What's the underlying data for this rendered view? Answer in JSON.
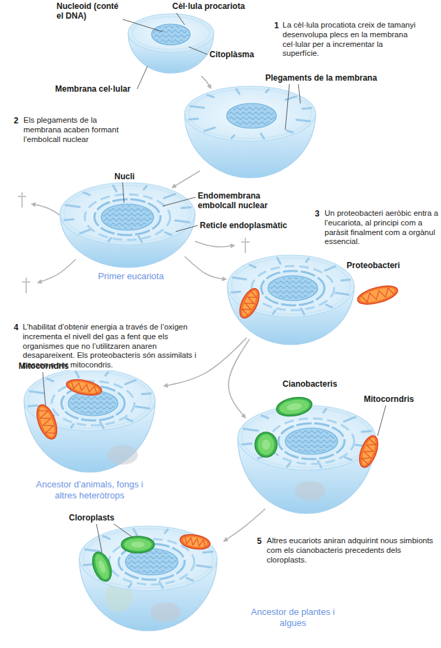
{
  "diagram": {
    "labels": [
      "Nucleoid (conté el DNA)",
      "Cèl·lula procariota",
      "1",
      "La cèl·lula procatiota creix de tamanyi desenvolupa plecs en la membrana cel·lular per a incrementar la superfície.",
      "Citoplàsma",
      "Membrana cel·lular",
      "Plegaments de la membrana",
      "2",
      "Els plegaments de la membrana acaben formant l’embolcall nuclear",
      "Nucli",
      "Endomembrana embolcall nuclear",
      "Reticle endoplasmàtic",
      "Primer eucariota",
      "3",
      "Un proteobacteri aeròbic entra a l’eucariota, al principi com a paràsit finalment com a orgànul essencial.",
      "Proteobacteri",
      "4",
      "L’habilitat d’obtenir energia a través de l’oxigen incrementa el nivell del gas a fent que els organismes que no l’utilitzaren anaren desapareixent. Els proteobacteris són assimilats i passen a ser mitocondris.",
      "Mitocorndris",
      "Cianobacteris",
      "Mitocorndris",
      "Ancestor d’animals, fongs i altres heteròtrops",
      "5",
      "Altres eucariots aniran adquirint nous simbionts com els cianobacteris precedents dels cloroplasts.",
      "Cloroplasts",
      "Ancestor de plantes i algues"
    ]
  }
}
